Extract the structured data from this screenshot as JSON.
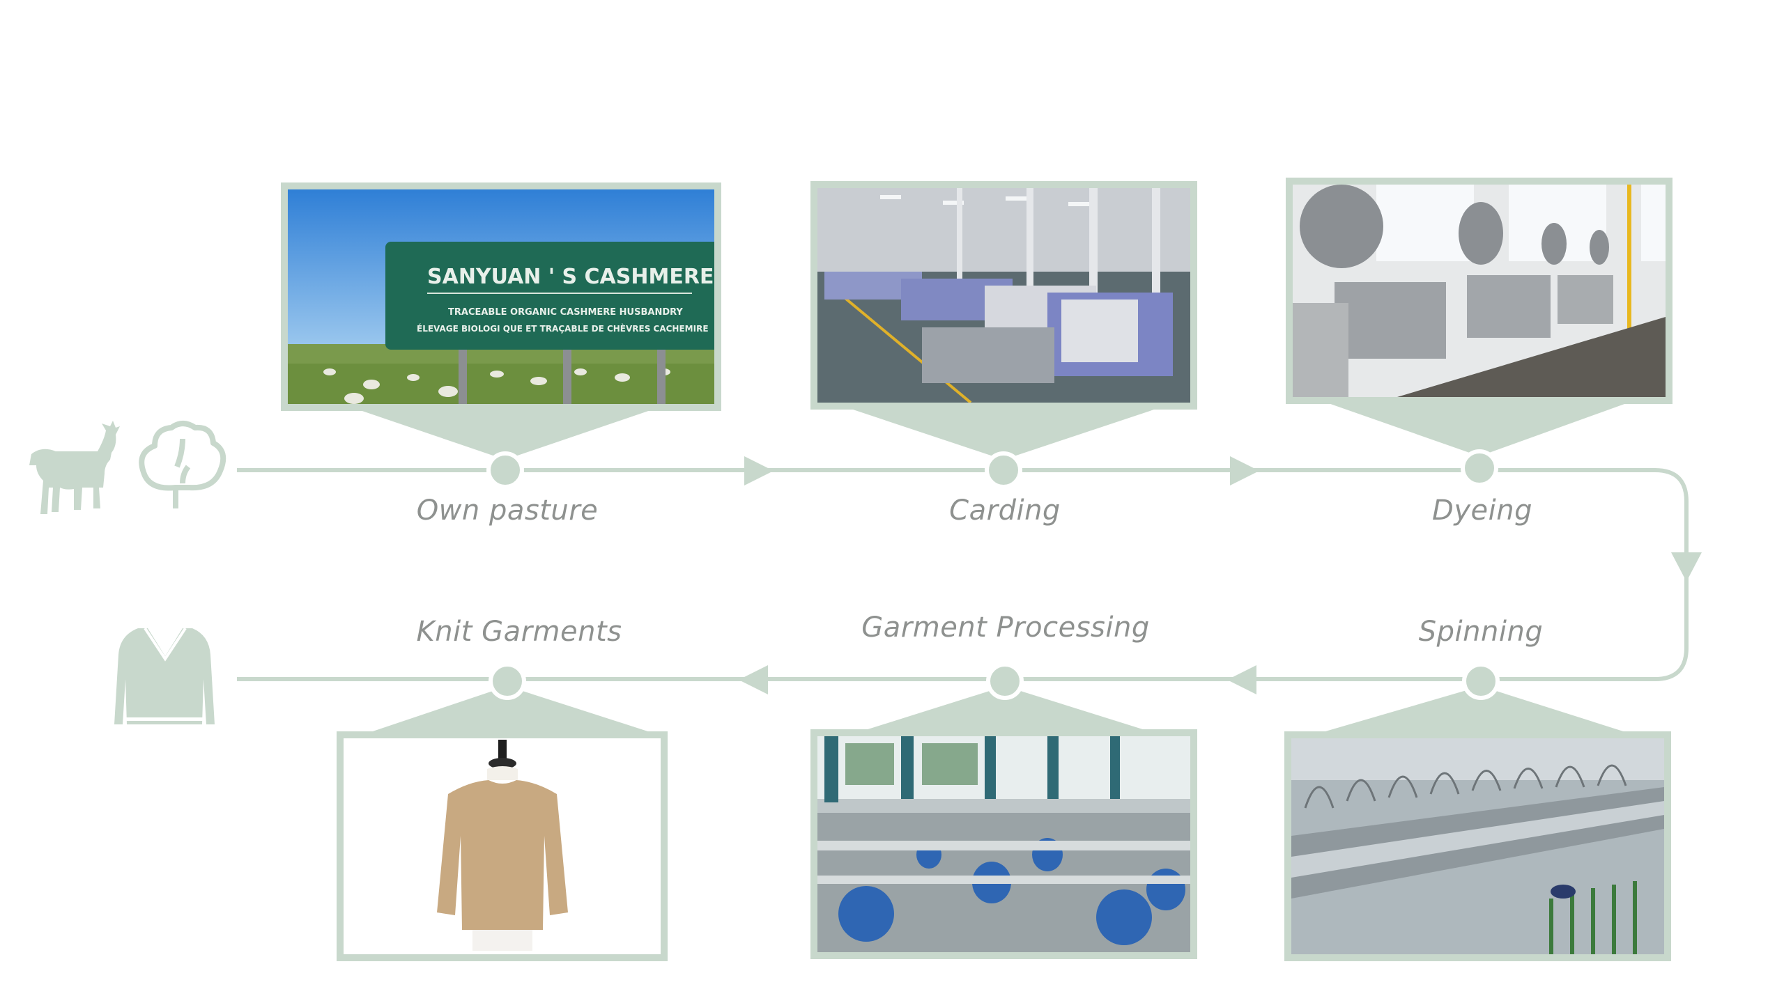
{
  "colors": {
    "accent": "#c8d8cc",
    "label": "#8e918f",
    "background": "#ffffff"
  },
  "icons": {
    "source_goat": "goat-icon",
    "source_cotton": "cotton-plant-icon",
    "end_garment": "sweater-icon",
    "flow_arrow": "triangle-arrow-icon"
  },
  "stages": [
    {
      "id": "own-pasture",
      "label": "Own pasture",
      "row": 1,
      "order": 1
    },
    {
      "id": "carding",
      "label": "Carding",
      "row": 1,
      "order": 2
    },
    {
      "id": "dyeing",
      "label": "Dyeing",
      "row": 1,
      "order": 3
    },
    {
      "id": "spinning",
      "label": "Spinning",
      "row": 2,
      "order": 4
    },
    {
      "id": "garment-processing",
      "label": "Garment Processing",
      "row": 2,
      "order": 5
    },
    {
      "id": "knit-garments",
      "label": "Knit Garments",
      "row": 2,
      "order": 6
    }
  ],
  "pasture_sign": {
    "title": "SANYUAN ' S CASHMERE",
    "line1": "TRACEABLE ORGANIC CASHMERE HUSBANDRY",
    "line2": "ÉLEVAGE BIOLOGI QUE ET TRAÇABLE DE CHÈVRES CACHEMIRE"
  }
}
